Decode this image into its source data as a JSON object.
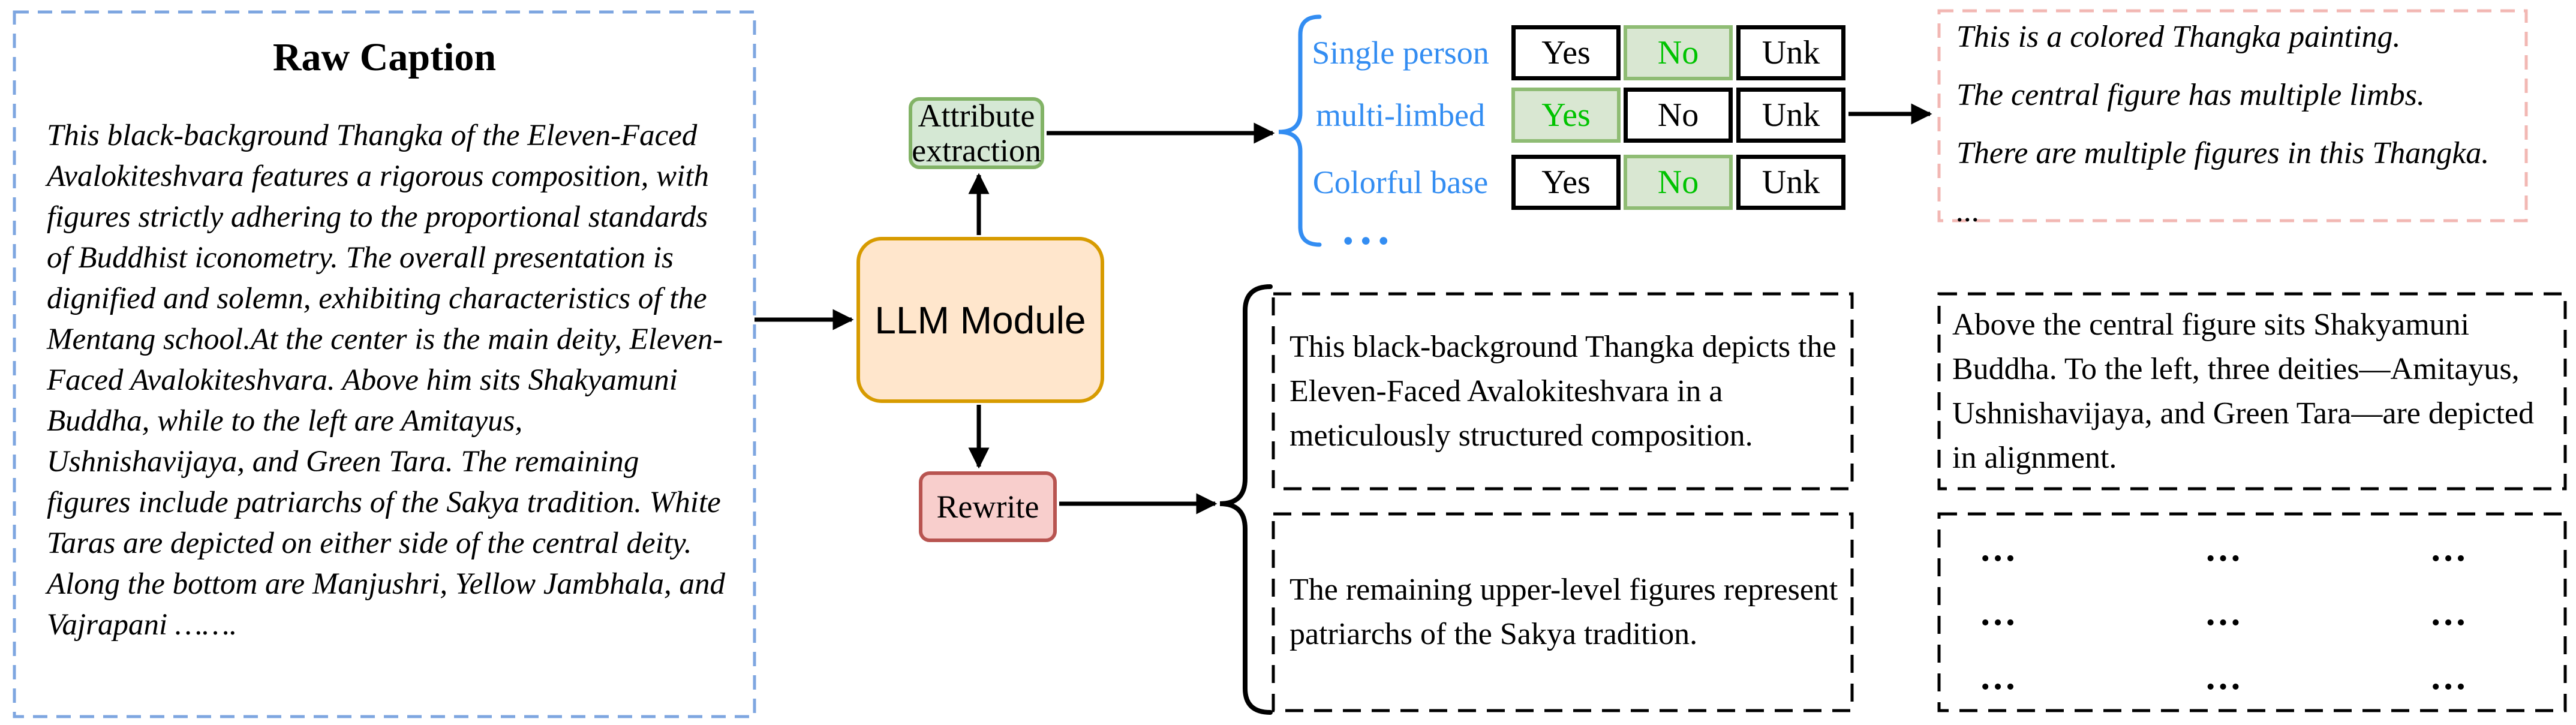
{
  "raw_caption": {
    "title": "Raw Caption",
    "body": "This black-background Thangka of the Eleven-Faced Avalokiteshvara features a rigorous composition, with figures strictly adhering to the proportional standards of Buddhist iconometry. The overall presentation is dignified and solemn, exhibiting characteristics of the Mentang school.At the center is the main deity, Eleven-Faced Avalokiteshvara. Above him sits Shakyamuni Buddha, while to the left are Amitayus, Ushnishavijaya, and Green Tara. The remaining figures include patriarchs of the Sakya tradition. White Taras are depicted on either side of the central deity. Along the bottom are Manjushri, Yellow Jambhala, and Vajrapani ……."
  },
  "pipeline": {
    "attribute_extraction_label": "Attribute extraction",
    "llm_module_label": "LLM Module",
    "rewrite_label": "Rewrite"
  },
  "attribute_table": {
    "rows": [
      {
        "label": "Single person",
        "options": [
          "Yes",
          "No",
          "Unk"
        ],
        "selected": "No"
      },
      {
        "label": "multi-limbed",
        "options": [
          "Yes",
          "No",
          "Unk"
        ],
        "selected": "Yes"
      },
      {
        "label": "Colorful base",
        "options": [
          "Yes",
          "No",
          "Unk"
        ],
        "selected": "No"
      }
    ],
    "more_indicator": "..."
  },
  "attribute_sentences": {
    "lines": [
      "This is a colored Thangka painting.",
      "The central figure has multiple limbs.",
      "There are multiple figures in this Thangka.",
      "..."
    ]
  },
  "rewrite_outputs": {
    "boxes": [
      "This black-background Thangka depicts the Eleven-Faced Avalokiteshvara in a meticulously structured composition.",
      "Above the central figure sits Shakyamuni Buddha. To the left, three deities—Amitayus, Ushnishavijaya, and Green Tara—are depicted in alignment.",
      "The remaining upper-level figures represent patriarchs of the Sakya tradition."
    ],
    "ellipsis": "…"
  },
  "colors": {
    "blue_dashed_border": "#7ea6e0",
    "pink_dashed_border": "#f2b7b3",
    "black_dashed_border": "#000000",
    "attr_node_fill": "#d5e8d4",
    "attr_node_border": "#82b366",
    "llm_node_fill": "#ffe6cc",
    "llm_node_border": "#d79b00",
    "rewrite_node_fill": "#f8cecc",
    "rewrite_node_border": "#b85450",
    "attribute_label_blue": "#338df2",
    "selected_cell_fill": "#d9e7d2",
    "selected_cell_border": "#8fbc74",
    "selected_text_green": "#00c300"
  }
}
